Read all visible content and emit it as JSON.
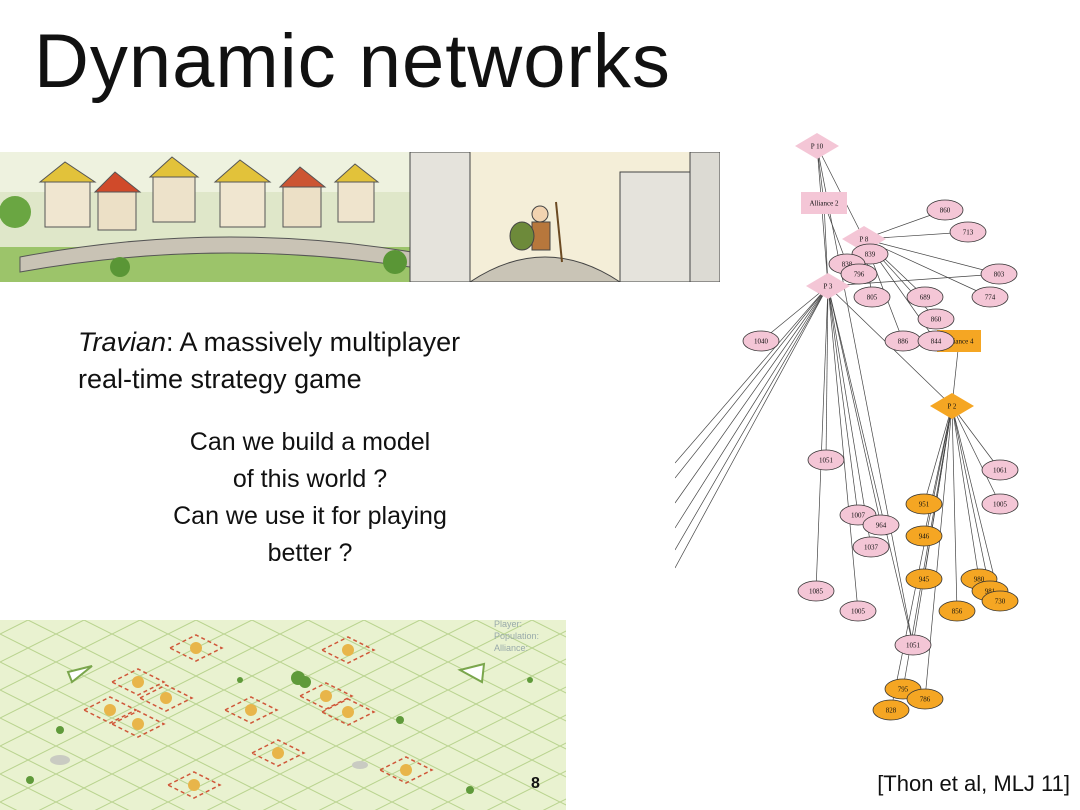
{
  "slide": {
    "title": "Dynamic networks",
    "game_name": "Travian",
    "game_desc_1": ": A massively multiplayer",
    "game_desc_2": "real-time strategy game",
    "questions": [
      "Can we build a model",
      "of this world ?",
      "Can we use it for playing",
      "better ?"
    ],
    "page_number": "8",
    "citation": "[Thon et al, MLJ 11]"
  },
  "map_panel": [
    "Player:",
    "Population:",
    "Alliance:"
  ],
  "colors": {
    "pink_fill": "#f4c6d6",
    "orange_fill": "#f5a623",
    "edge": "#444444",
    "map_grass": "#e9f2d0"
  },
  "network": {
    "nodes": [
      {
        "id": "P 10",
        "shape": "diamond",
        "color": "pink"
      },
      {
        "id": "Alliance 2",
        "shape": "rect",
        "color": "pink"
      },
      {
        "id": "P 3",
        "shape": "diamond",
        "color": "pink"
      },
      {
        "id": "P 8",
        "shape": "diamond",
        "color": "pink"
      },
      {
        "id": "P 2",
        "shape": "diamond",
        "color": "orange"
      },
      {
        "id": "Alliance 4",
        "shape": "rect",
        "color": "orange"
      },
      {
        "id": "860",
        "shape": "ellipse",
        "color": "pink"
      },
      {
        "id": "713",
        "shape": "ellipse",
        "color": "pink"
      },
      {
        "id": "839",
        "shape": "ellipse",
        "color": "pink"
      },
      {
        "id": "838",
        "shape": "ellipse",
        "color": "pink"
      },
      {
        "id": "796",
        "shape": "ellipse",
        "color": "pink"
      },
      {
        "id": "803",
        "shape": "ellipse",
        "color": "pink"
      },
      {
        "id": "774",
        "shape": "ellipse",
        "color": "pink"
      },
      {
        "id": "805",
        "shape": "ellipse",
        "color": "pink"
      },
      {
        "id": "689",
        "shape": "ellipse",
        "color": "pink"
      },
      {
        "id": "860b",
        "label": "860",
        "shape": "ellipse",
        "color": "pink"
      },
      {
        "id": "886",
        "shape": "ellipse",
        "color": "pink"
      },
      {
        "id": "844",
        "shape": "ellipse",
        "color": "pink"
      },
      {
        "id": "1040",
        "shape": "ellipse",
        "color": "pink"
      },
      {
        "id": "1051",
        "shape": "ellipse",
        "color": "pink"
      },
      {
        "id": "1061",
        "shape": "ellipse",
        "color": "pink"
      },
      {
        "id": "1005",
        "shape": "ellipse",
        "color": "pink"
      },
      {
        "id": "1007",
        "shape": "ellipse",
        "color": "pink"
      },
      {
        "id": "964",
        "shape": "ellipse",
        "color": "pink"
      },
      {
        "id": "1037",
        "shape": "ellipse",
        "color": "pink"
      },
      {
        "id": "1085",
        "shape": "ellipse",
        "color": "pink"
      },
      {
        "id": "1005b",
        "label": "1005",
        "shape": "ellipse",
        "color": "pink"
      },
      {
        "id": "1051b",
        "label": "1051",
        "shape": "ellipse",
        "color": "pink"
      },
      {
        "id": "951",
        "shape": "ellipse",
        "color": "orange"
      },
      {
        "id": "946",
        "shape": "ellipse",
        "color": "orange"
      },
      {
        "id": "945",
        "shape": "ellipse",
        "color": "orange"
      },
      {
        "id": "980",
        "shape": "ellipse",
        "color": "orange"
      },
      {
        "id": "981",
        "shape": "ellipse",
        "color": "orange"
      },
      {
        "id": "730",
        "shape": "ellipse",
        "color": "orange"
      },
      {
        "id": "856",
        "shape": "ellipse",
        "color": "orange"
      },
      {
        "id": "795",
        "shape": "ellipse",
        "color": "orange"
      },
      {
        "id": "786",
        "shape": "ellipse",
        "color": "orange"
      },
      {
        "id": "828",
        "shape": "ellipse",
        "color": "orange"
      }
    ],
    "edges": [
      [
        "P 10",
        "Alliance 2"
      ],
      [
        "P 10",
        "P 3"
      ],
      [
        "P 10",
        "P 8"
      ],
      [
        "P 10",
        "1051b"
      ],
      [
        "Alliance 2",
        "P 3"
      ],
      [
        "Alliance 2",
        "838"
      ],
      [
        "P 8",
        "860"
      ],
      [
        "P 8",
        "713"
      ],
      [
        "P 8",
        "803"
      ],
      [
        "P 8",
        "774"
      ],
      [
        "P 8",
        "839"
      ],
      [
        "P 8",
        "838"
      ],
      [
        "P 8",
        "796"
      ],
      [
        "P 8",
        "805"
      ],
      [
        "P 8",
        "689"
      ],
      [
        "P 8",
        "860b"
      ],
      [
        "P 8",
        "886"
      ],
      [
        "P 8",
        "844"
      ],
      [
        "P 3",
        "1040"
      ],
      [
        "P 3",
        "1051"
      ],
      [
        "P 3",
        "1007"
      ],
      [
        "P 3",
        "964"
      ],
      [
        "P 3",
        "1037"
      ],
      [
        "P 3",
        "1085"
      ],
      [
        "P 3",
        "1005b"
      ],
      [
        "P 3",
        "1051b"
      ],
      [
        "P 3",
        "P 2"
      ],
      [
        "P 3",
        "803"
      ],
      [
        "P 3",
        "out1"
      ],
      [
        "P 3",
        "out2"
      ],
      [
        "P 3",
        "out3"
      ],
      [
        "P 3",
        "out4"
      ],
      [
        "P 3",
        "out5"
      ],
      [
        "P 3",
        "out6"
      ],
      [
        "Alliance 4",
        "P 2"
      ],
      [
        "P 2",
        "1061"
      ],
      [
        "P 2",
        "1005"
      ],
      [
        "P 2",
        "951"
      ],
      [
        "P 2",
        "946"
      ],
      [
        "P 2",
        "945"
      ],
      [
        "P 2",
        "980"
      ],
      [
        "P 2",
        "981"
      ],
      [
        "P 2",
        "730"
      ],
      [
        "P 2",
        "856"
      ],
      [
        "P 2",
        "795"
      ],
      [
        "P 2",
        "786"
      ],
      [
        "P 2",
        "828"
      ],
      [
        "P 2",
        "1051b"
      ]
    ]
  }
}
